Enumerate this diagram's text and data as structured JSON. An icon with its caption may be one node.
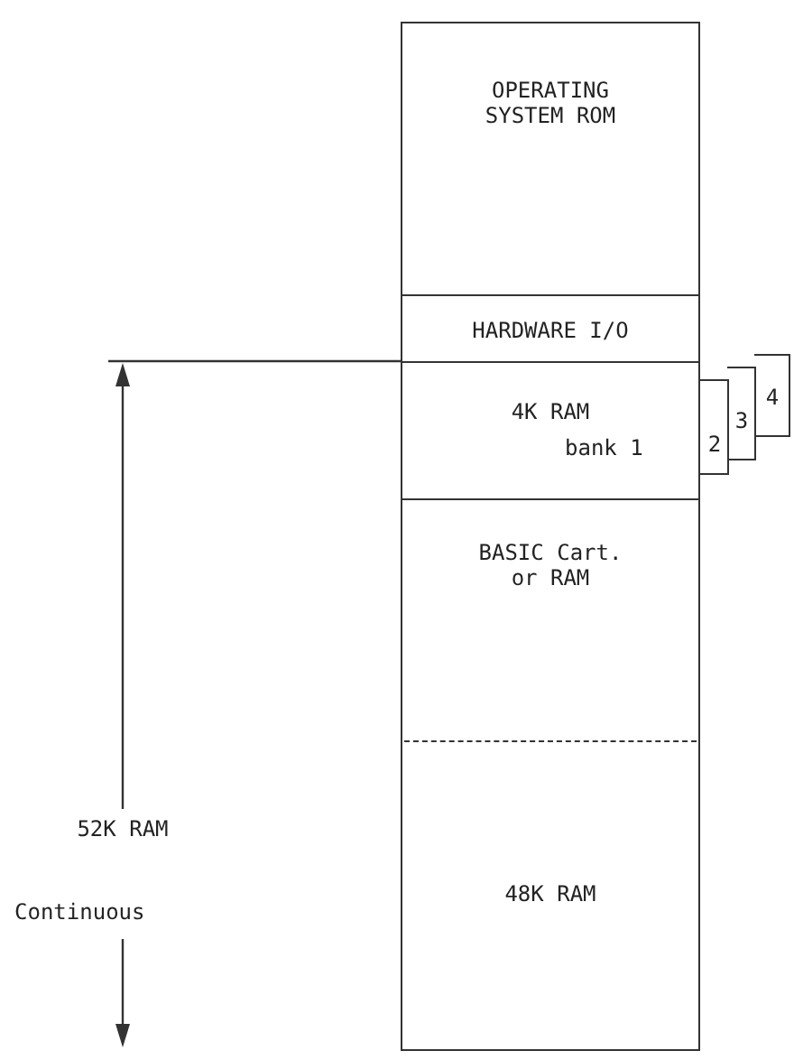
{
  "diagram": {
    "nodes": [
      {
        "text": [
          "OPERATING SYSTEM ROM"
        ]
      },
      {
        "text": [
          "HARDWARE I/O"
        ]
      },
      {
        "text": [
          "4K RAM",
          "bank 1"
        ]
      },
      {
        "text": [
          "2"
        ]
      },
      {
        "text": [
          "3"
        ]
      },
      {
        "text": [
          "4"
        ]
      },
      {
        "text": [
          "BASIC Cart. or RAM"
        ]
      },
      {
        "text": [
          "48K RAM"
        ]
      }
    ],
    "edges": [],
    "labels": [
      "52K RAM",
      "Continuous"
    ]
  }
}
